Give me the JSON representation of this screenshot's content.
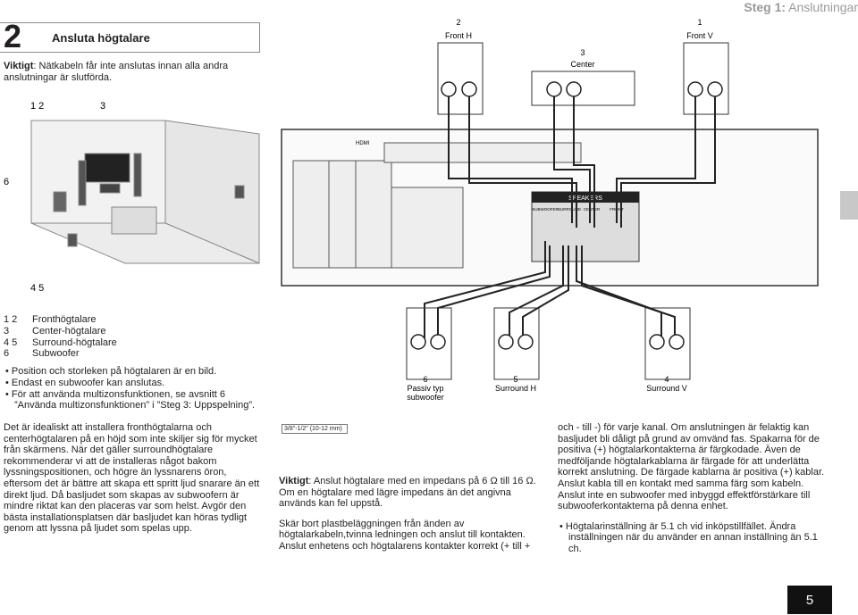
{
  "header": {
    "step_bold": "Steg 1:",
    "step_text": "Anslutningar"
  },
  "section": {
    "number": "2",
    "title": "Ansluta högtalare"
  },
  "warning": {
    "label": "Viktigt",
    "text": ": Nätkabeln får inte anslutas innan alla andra anslutningar är slutförda."
  },
  "diagram_labels": {
    "front_h_num": "2",
    "front_h": "Front H",
    "front_v_num": "1",
    "front_v": "Front V",
    "center_num": "3",
    "center": "Center",
    "room_top_a": "1 2",
    "room_top_b": "3",
    "room_left": "6",
    "room_bottom": "4 5",
    "sub_num": "6",
    "sub_line1": "Passiv typ",
    "sub_line2": "subwoofer",
    "surr_h_num": "5",
    "surr_h": "Surround H",
    "surr_v_num": "4",
    "surr_v": "Surround V",
    "speakers": "SPEAKERS",
    "spk_cols": [
      "SUBWOOFER",
      "SURROUND",
      "CENTER",
      "FRONT"
    ],
    "hdmi": "HDMI",
    "wire_strip": "3/8\"-1/2\" (10-12 mm)"
  },
  "legend": [
    {
      "num": "1 2",
      "text": "Fronthögtalare"
    },
    {
      "num": "3",
      "text": "Center-högtalare"
    },
    {
      "num": "4 5",
      "text": "Surround-högtalare"
    },
    {
      "num": "6",
      "text": "Subwoofer"
    }
  ],
  "bullets": [
    "Position och storleken på högtalaren är en bild.",
    "Endast en subwoofer kan anslutas.",
    "För att använda multizonsfunktionen, se avsnitt 6 ”Använda multizonsfunktionen” i ”Steg 3: Uppspelning”."
  ],
  "body_left": "Det är idealiskt att installera fronthögtalarna och centerhögtalaren på en höjd som inte skiljer sig för mycket från skärmens. När det gäller surroundhögtalare rekommenderar vi att de installeras något bakom lyssningspositionen, och högre än lyssnarens öron, eftersom det är bättre att skapa ett spritt ljud snarare än ett direkt ljud. Då basljudet som skapas av subwoofern är mindre riktat kan den placeras var som helst. Avgör den bästa installationsplatsen där basljudet kan höras tydligt genom att lyssna på ljudet som spelas upp.",
  "body_mid": {
    "important_label": "Viktigt",
    "important_text": ": Anslut högtalare med en impedans på 6 Ω till 16 Ω. Om en högtalare med lägre impedans än det angivna används kan fel uppstå.",
    "para2": "Skär bort plastbeläggningen från änden av högtalarkabeln,tvinna ledningen och anslut till kontakten. Anslut enhetens och högtalarens kontakter korrekt (+ till +"
  },
  "body_right": {
    "para": "och - till -) för varje kanal. Om anslutningen är felaktig kan basljudet bli dåligt på grund av omvänd fas. Spakarna för de positiva (+) högtalarkontakterna är färgkodade. Även de medföljande högtalarkablarna är färgade för att underlätta korrekt anslutning. De färgade kablarna är positiva (+) kablar. Anslut kabla till en kontakt med samma färg som kabeln. Anslut inte en subwoofer med inbyggd effektförstärkare till subwooferkontakterna på denna enhet.",
    "bullet": "Högtalarinställning är 5.1 ch vid inköpstillfället. Ändra inställningen när du använder en annan inställning än 5.1 ch."
  },
  "page_number": "5"
}
